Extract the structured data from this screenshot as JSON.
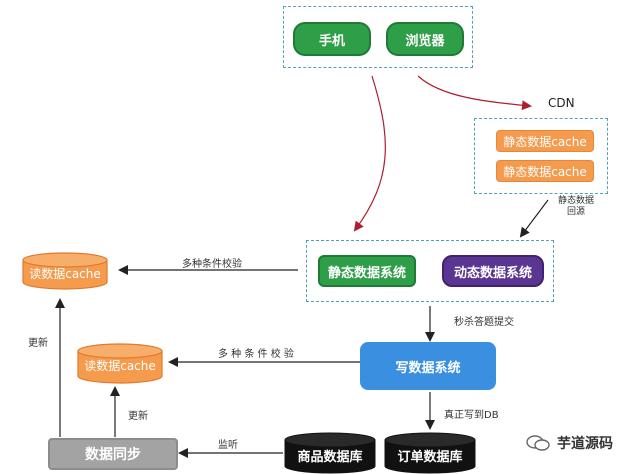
{
  "clients": {
    "phone": "手机",
    "browser": "浏览器"
  },
  "cdn": {
    "label": "CDN",
    "cache1": "静态数据cache",
    "cache2": "静态数据cache"
  },
  "cdn_origin_label": "静态数据\n回源",
  "systems": {
    "static": "静态数据系统",
    "dynamic": "动态数据系统",
    "write": "写数据系统",
    "sync": "数据同步"
  },
  "caches": {
    "top": "读数据cache",
    "middle": "读数据cache"
  },
  "databases": {
    "product": "商品数据库",
    "order": "订单数据库"
  },
  "edge_labels": {
    "check_top": "多种条件校验",
    "check_middle": "多 种 条 件 校 验",
    "seckill": "秒杀答题提交",
    "write_db": "真正写到DB",
    "update_left": "更新",
    "update_mid": "更新",
    "listen": "监听"
  },
  "watermark": "芋道源码",
  "colors": {
    "green": "#2e9e49",
    "purple": "#5a3592",
    "blue": "#3a8fe0",
    "orange": "#f49b4e",
    "gray": "#a3a3a3",
    "dashed": "#4fa3b8",
    "db_black": "#111111"
  }
}
